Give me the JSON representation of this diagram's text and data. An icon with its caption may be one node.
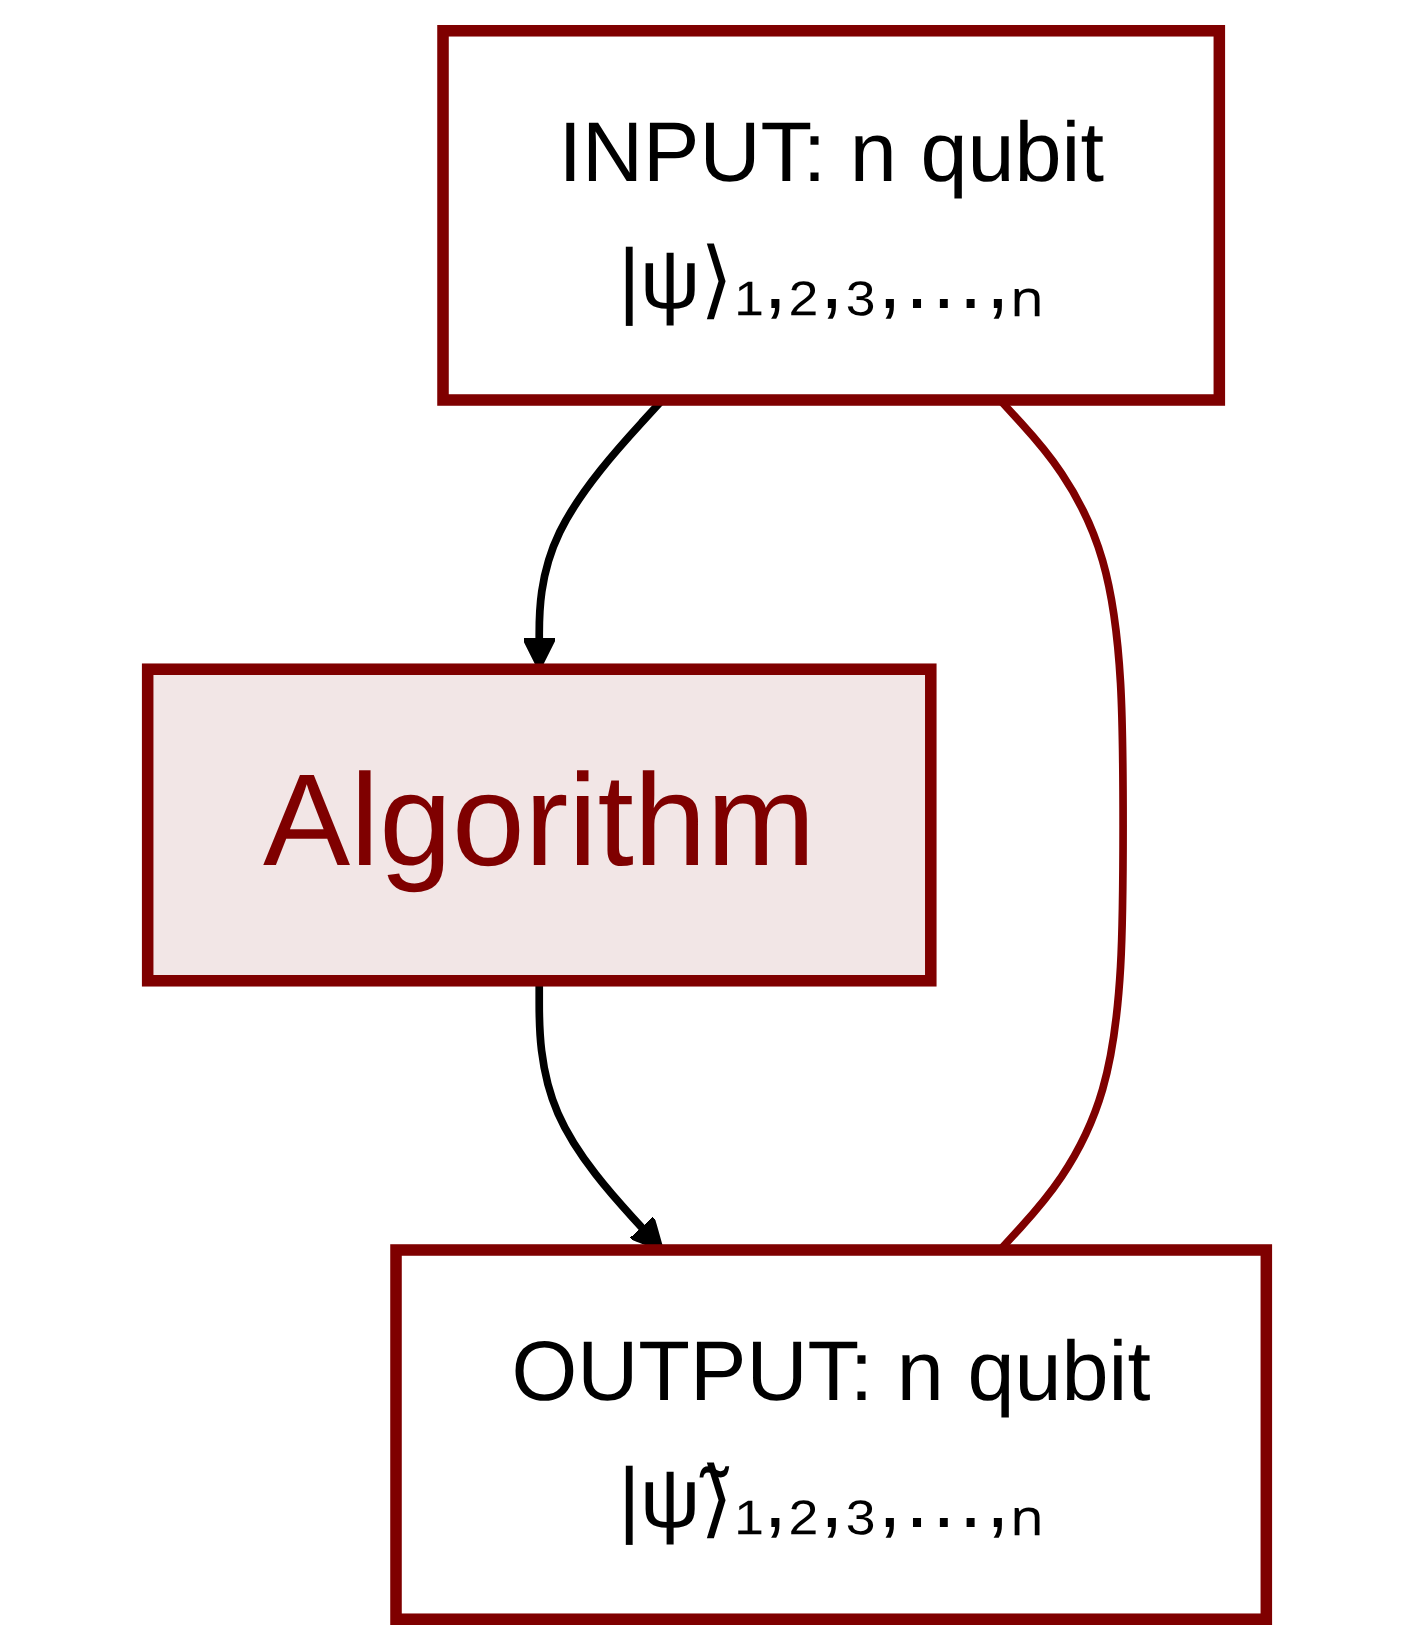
{
  "diagram": {
    "nodes": [
      {
        "text": [
          "INPUT: n qubit",
          "|ψ⟩₁,₂,₃,…,ₙ"
        ]
      },
      {
        "text": [
          "Algorithm"
        ]
      },
      {
        "text": [
          "OUTPUT: n qubit",
          "|ψ̃⟩₁,₂,₃,…,ₙ"
        ]
      }
    ],
    "edges": [
      {
        "from": 0,
        "to": 1,
        "arrow": "to"
      },
      {
        "from": 1,
        "to": 2,
        "arrow": "to"
      },
      {
        "from": 0,
        "to": 2,
        "arrow": "none",
        "color": "#7f0000"
      }
    ]
  }
}
